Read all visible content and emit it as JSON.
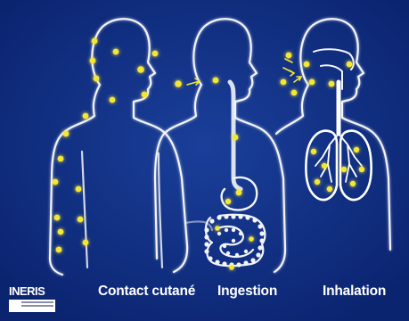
{
  "figure": {
    "captions": [
      {
        "id": "skin",
        "label": "Contact cutané"
      },
      {
        "id": "ingestion",
        "label": "Ingestion"
      },
      {
        "id": "inhalation",
        "label": "Inhalation"
      }
    ],
    "logo": {
      "text": "INERIS"
    },
    "colors": {
      "background": "#0d2c7a",
      "outline": "#f2f4f8",
      "particle": "#f3e634",
      "lung": "#ffffff",
      "caption": "#ffffff"
    }
  }
}
